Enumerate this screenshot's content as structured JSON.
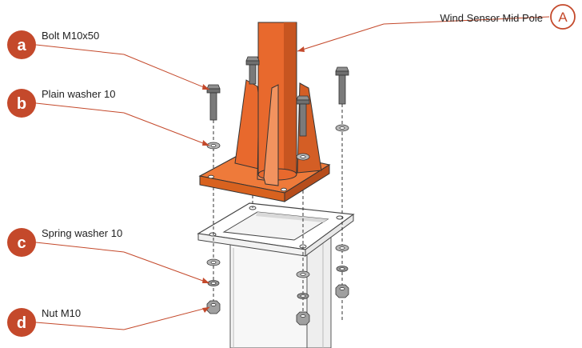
{
  "colors": {
    "accent": "#c4492b",
    "pole_orange": "#e8692d",
    "pole_shadow": "#b64d1c",
    "steel": "#7a7a7a",
    "outline": "#333333"
  },
  "callouts": [
    {
      "badge": "A",
      "label": "Wind Sensor Mid Pole",
      "style": "outline"
    },
    {
      "badge": "a",
      "label": "Bolt M10x50",
      "style": "filled"
    },
    {
      "badge": "b",
      "label": "Plain washer 10",
      "style": "filled"
    },
    {
      "badge": "c",
      "label": "Spring washer 10",
      "style": "filled"
    },
    {
      "badge": "d",
      "label": "Nut M10",
      "style": "filled"
    }
  ]
}
